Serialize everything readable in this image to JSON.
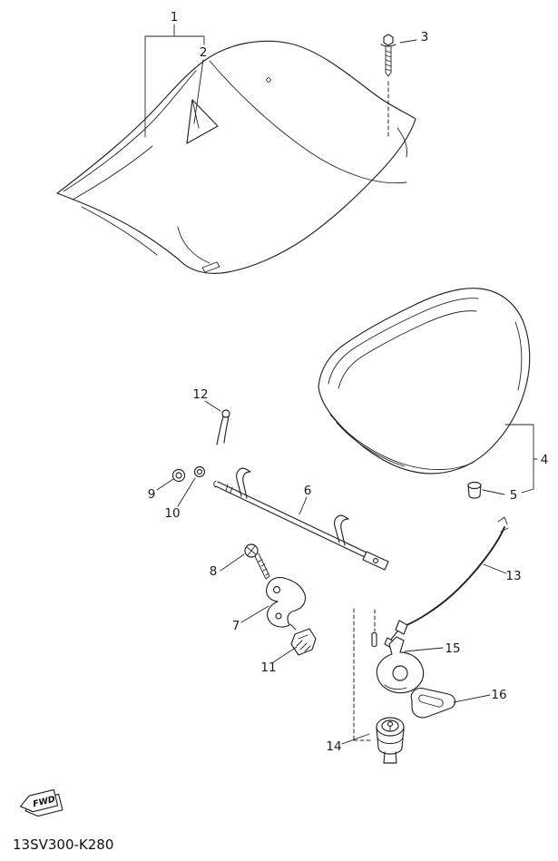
{
  "figure": {
    "part_code": "13SV300-K280",
    "fwd_label": "FWD"
  },
  "callouts": [
    {
      "label": "1"
    },
    {
      "label": "2"
    },
    {
      "label": "3"
    },
    {
      "label": "4"
    },
    {
      "label": "5"
    },
    {
      "label": "6"
    },
    {
      "label": "7"
    },
    {
      "label": "8"
    },
    {
      "label": "9"
    },
    {
      "label": "10"
    },
    {
      "label": "11"
    },
    {
      "label": "12"
    },
    {
      "label": "13"
    },
    {
      "label": "14"
    },
    {
      "label": "15"
    },
    {
      "label": "16"
    }
  ]
}
